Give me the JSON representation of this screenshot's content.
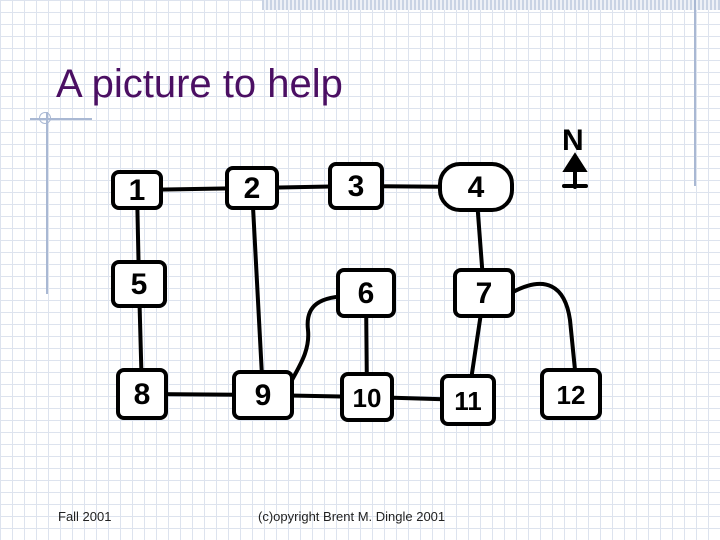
{
  "slide": {
    "title": "A picture to help",
    "footer_left": "Fall 2001",
    "footer_center": "(c)opyright Brent M. Dingle 2001"
  },
  "compass": {
    "label": "N",
    "icon": "north-arrow-icon"
  },
  "rooms": [
    {
      "id": "1",
      "label": "1"
    },
    {
      "id": "2",
      "label": "2"
    },
    {
      "id": "3",
      "label": "3"
    },
    {
      "id": "4",
      "label": "4"
    },
    {
      "id": "5",
      "label": "5"
    },
    {
      "id": "6",
      "label": "6"
    },
    {
      "id": "7",
      "label": "7"
    },
    {
      "id": "8",
      "label": "8"
    },
    {
      "id": "9",
      "label": "9"
    },
    {
      "id": "10",
      "label": "10"
    },
    {
      "id": "11",
      "label": "11"
    },
    {
      "id": "12",
      "label": "12"
    }
  ],
  "connections": [
    [
      "1",
      "2"
    ],
    [
      "2",
      "3"
    ],
    [
      "3",
      "4"
    ],
    [
      "1",
      "5"
    ],
    [
      "5",
      "8"
    ],
    [
      "8",
      "9"
    ],
    [
      "9",
      "10"
    ],
    [
      "10",
      "11"
    ],
    [
      "2",
      "9"
    ],
    [
      "4",
      "7"
    ],
    [
      "6",
      "10"
    ],
    [
      "7",
      "11"
    ],
    [
      "7",
      "12"
    ],
    [
      "6",
      "9"
    ]
  ]
}
